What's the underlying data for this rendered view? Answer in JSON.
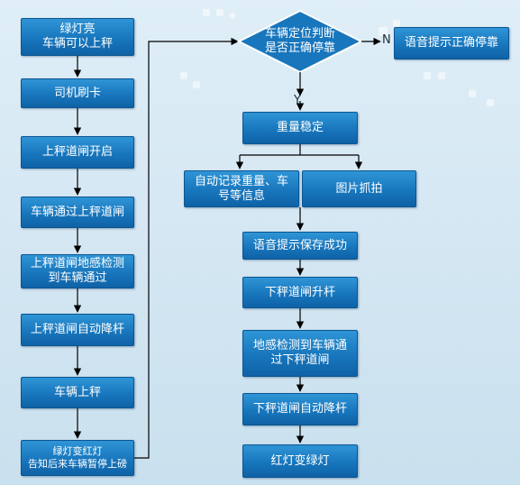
{
  "left_column": [
    {
      "line1": "绿灯亮",
      "line2": "车辆可以上秤"
    },
    {
      "line1": "司机刷卡",
      "line2": ""
    },
    {
      "line1": "上秤道闸开启",
      "line2": ""
    },
    {
      "line1": "车辆通过上秤道闸",
      "line2": ""
    },
    {
      "line1": "上秤道闸地感检测",
      "line2": "到车辆通过"
    },
    {
      "line1": "上秤道闸自动降杆",
      "line2": ""
    },
    {
      "line1": "车辆上秤",
      "line2": ""
    },
    {
      "line1": "绿灯变红灯",
      "line2": "告知后来车辆暂停上磅"
    }
  ],
  "decision": {
    "line1": "车辆定位判断",
    "line2": "是否正确停靠",
    "no_label": "N",
    "yes_label": "Y"
  },
  "no_branch": "语音提示正确停靠",
  "right_column": {
    "stable": "重量稳定",
    "record": {
      "line1": "自动记录重量、车",
      "line2": "号等信息"
    },
    "photo": "图片抓拍",
    "voice_saved": "语音提示保存成功",
    "lower_gate_up": "下秤道闸升杆",
    "sensor": {
      "line1": "地感检测到车辆通",
      "line2": "过下秤道闸"
    },
    "lower_gate_down": "下秤道闸自动降杆",
    "red_to_green": "红灯变绿灯"
  },
  "colors": {
    "box": "#1876bd",
    "arrow": "#000000",
    "background": "#d3e6f2"
  }
}
